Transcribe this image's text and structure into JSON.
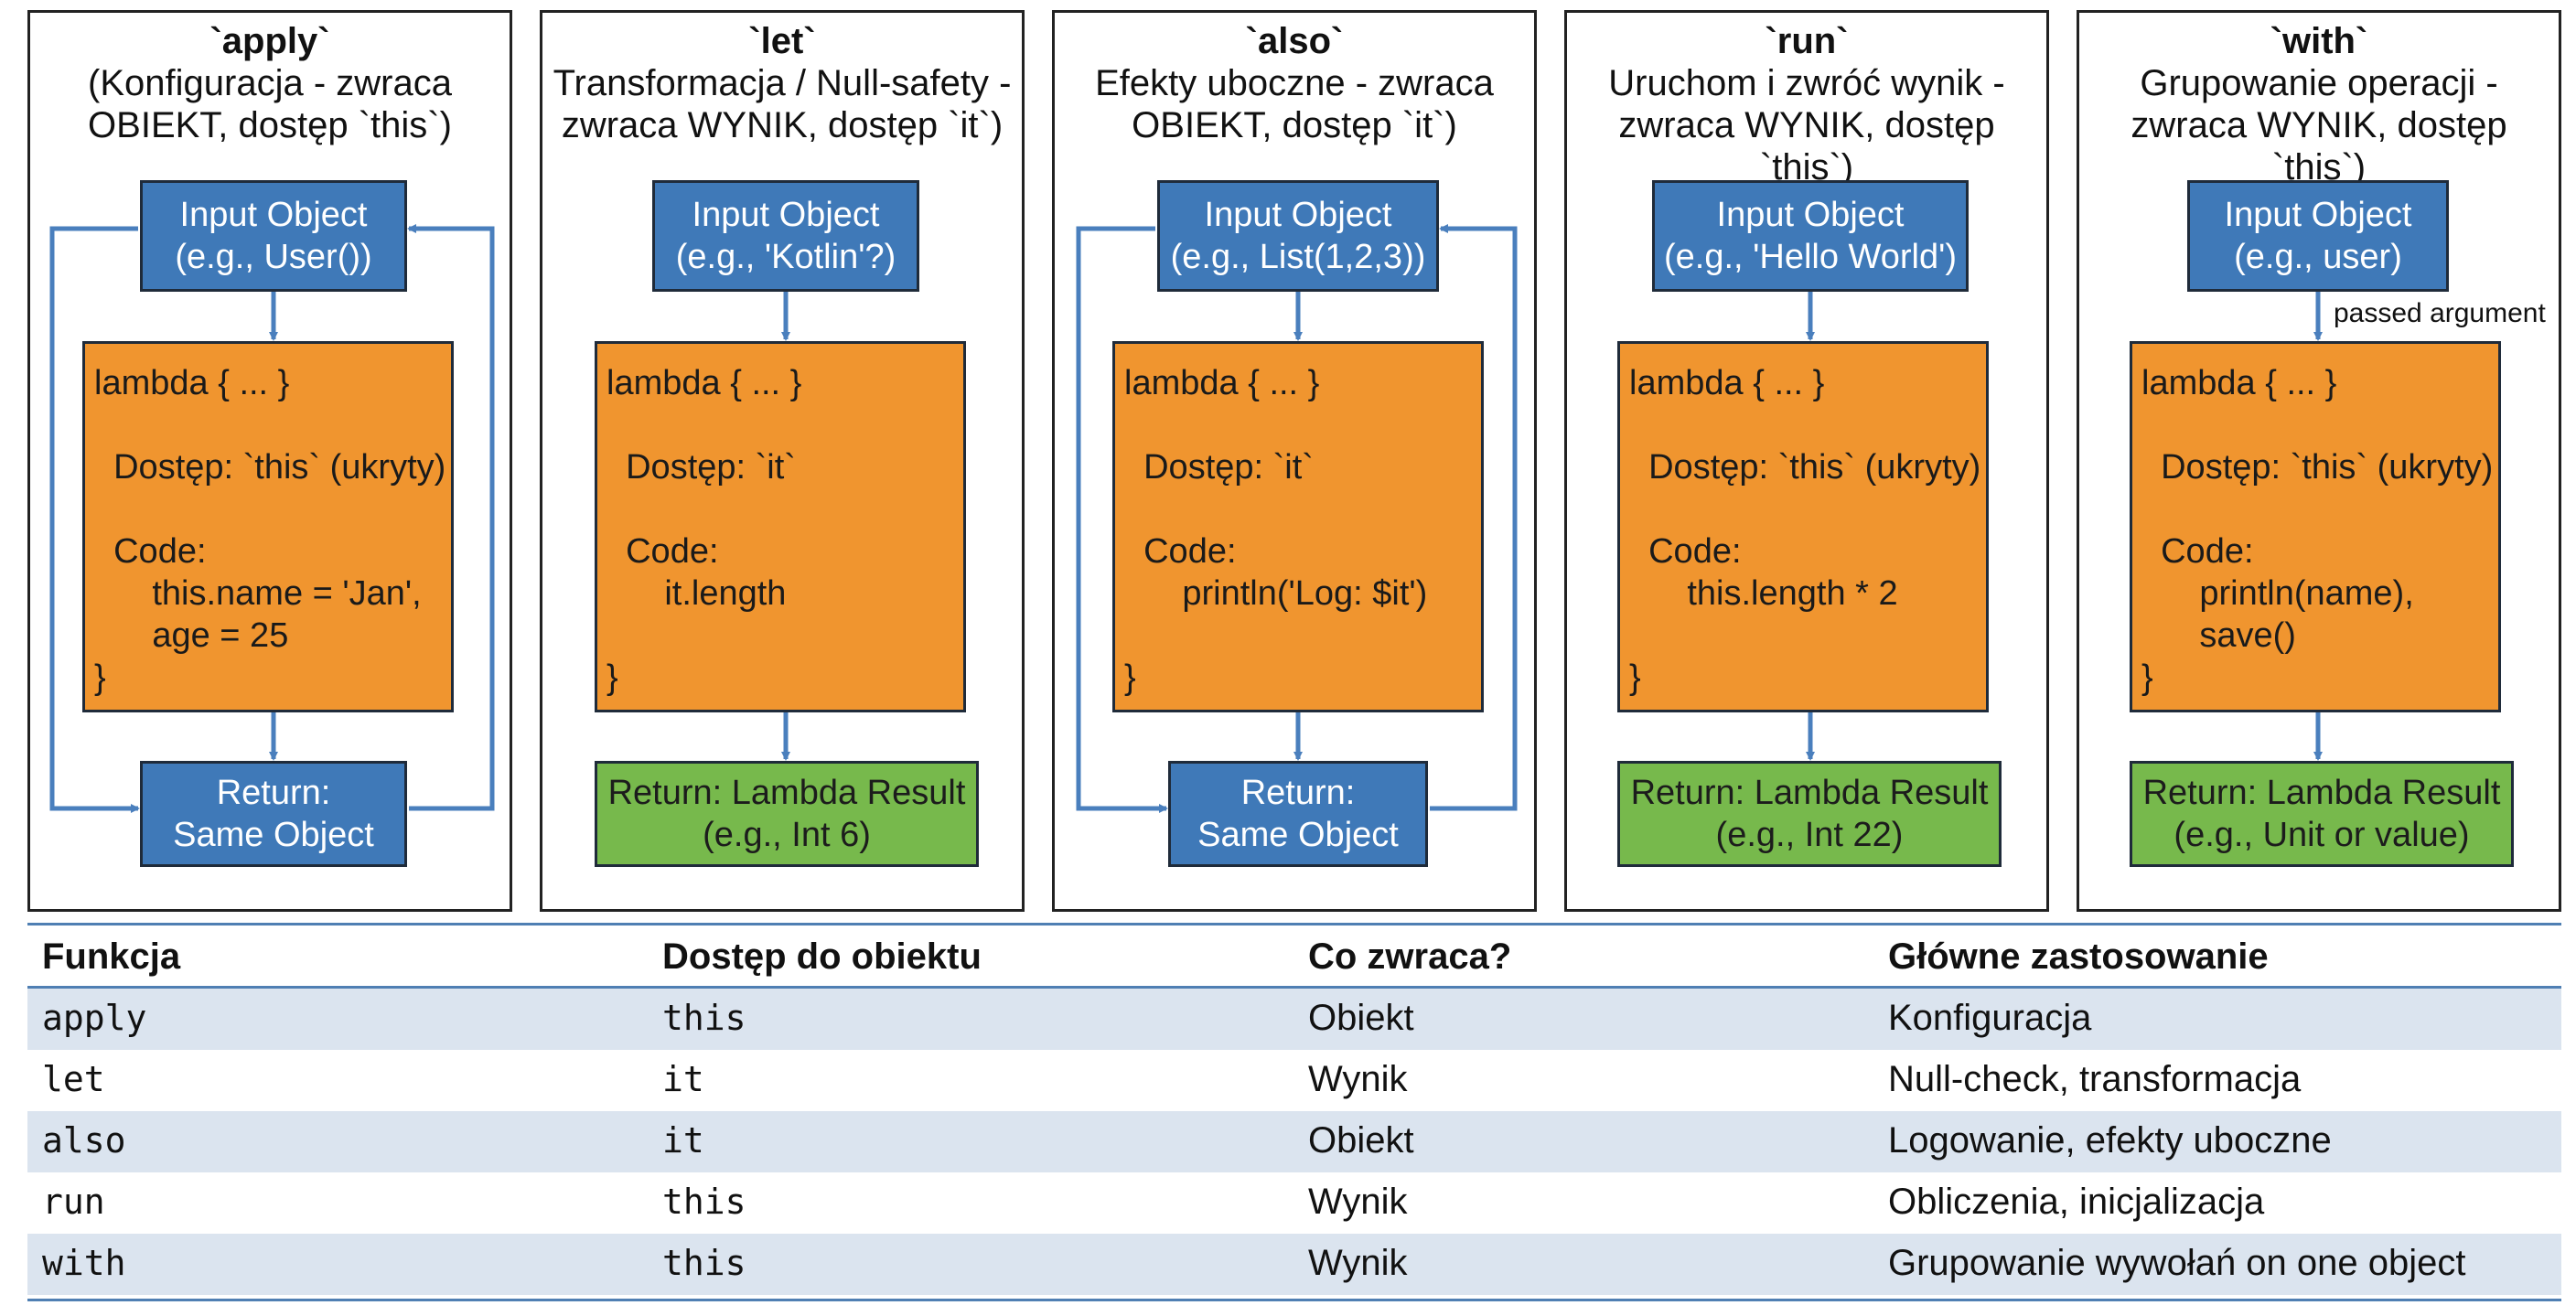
{
  "colors": {
    "input_box": "#3f79b8",
    "lambda_box": "#f0952f",
    "return_result_box": "#77b94c",
    "arrow": "#4a7fbd",
    "table_shade": "#dbe4ef"
  },
  "panels": [
    {
      "name": "`apply`",
      "desc1": "(Konfiguracja - zwraca",
      "desc2": "OBIEKT, dostęp `this`)",
      "input1": "Input Object",
      "input2": "(e.g., User())",
      "lambda": [
        "lambda { ... }",
        "",
        "  Dostęp: `this` (ukryty)",
        "",
        "  Code:",
        "      this.name = 'Jan',",
        "      age = 25",
        "}"
      ],
      "return1": "Return:",
      "return2": "Same Object",
      "return_kind": "object",
      "side_note": ""
    },
    {
      "name": "`let`",
      "desc1": "Transformacja / Null-safety -",
      "desc2": "zwraca WYNIK, dostęp `it`)",
      "input1": "Input Object",
      "input2": "(e.g., 'Kotlin'?)",
      "lambda": [
        "lambda { ... }",
        "",
        "  Dostęp: `it`",
        "",
        "  Code:",
        "      it.length",
        "",
        "}"
      ],
      "return1": "Return: Lambda Result",
      "return2": "(e.g., Int 6)",
      "return_kind": "result",
      "side_note": ""
    },
    {
      "name": "`also`",
      "desc1": "Efekty uboczne - zwraca",
      "desc2": "OBIEKT, dostęp `it`)",
      "input1": "Input Object",
      "input2": "(e.g., List(1,2,3))",
      "lambda": [
        "lambda { ... }",
        "",
        "  Dostęp: `it`",
        "",
        "  Code:",
        "      println('Log: $it')",
        "",
        "}"
      ],
      "return1": "Return:",
      "return2": "Same Object",
      "return_kind": "object",
      "side_note": ""
    },
    {
      "name": "`run`",
      "desc1": "Uruchom i zwróć wynik -",
      "desc2": "zwraca WYNIK, dostęp `this`)",
      "input1": "Input Object",
      "input2": "(e.g., 'Hello World')",
      "lambda": [
        "lambda { ... }",
        "",
        "  Dostęp: `this` (ukryty)",
        "",
        "  Code:",
        "      this.length * 2",
        "",
        "}"
      ],
      "return1": "Return: Lambda Result",
      "return2": "(e.g., Int 22)",
      "return_kind": "result",
      "side_note": ""
    },
    {
      "name": "`with`",
      "desc1": "Grupowanie operacji -",
      "desc2": "zwraca WYNIK, dostęp `this`)",
      "input1": "Input Object",
      "input2": "(e.g., user)",
      "lambda": [
        "lambda { ... }",
        "",
        "  Dostęp: `this` (ukryty)",
        "",
        "  Code:",
        "      println(name),",
        "      save()",
        "}"
      ],
      "return1": "Return: Lambda Result",
      "return2": "(e.g., Unit or value)",
      "return_kind": "result",
      "side_note": "passed argument"
    }
  ],
  "table": {
    "headers": [
      "Funkcja",
      "Dostęp do obiektu",
      "Co zwraca?",
      "Główne zastosowanie"
    ],
    "rows": [
      [
        "apply",
        "this",
        "Obiekt",
        "Konfiguracja"
      ],
      [
        "let",
        "it",
        "Wynik",
        "Null-check, transformacja"
      ],
      [
        "also",
        "it",
        "Obiekt",
        "Logowanie, efekty uboczne"
      ],
      [
        "run",
        "this",
        "Wynik",
        "Obliczenia, inicjalizacja"
      ],
      [
        "with",
        "this",
        "Wynik",
        "Grupowanie wywołań on one object"
      ]
    ]
  }
}
